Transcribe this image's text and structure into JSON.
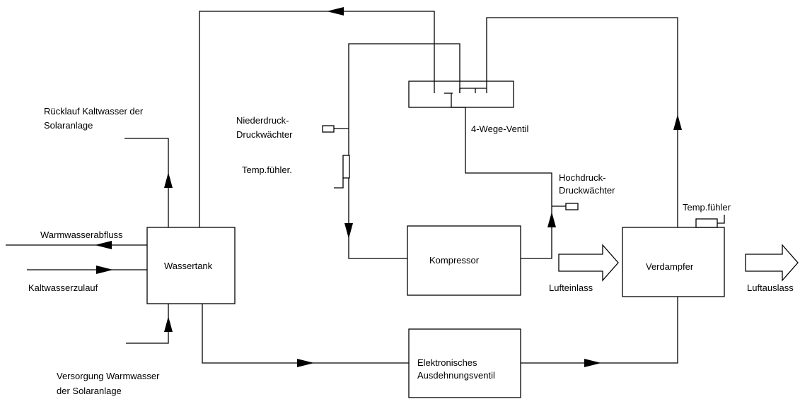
{
  "components": {
    "wassertank": "Wassertank",
    "kompressor": "Kompressor",
    "verdampfer": "Verdampfer",
    "expansion_line1": "Elektronisches",
    "expansion_line2": "Ausdehnungsventil"
  },
  "labels": {
    "ruecklauf_line1": "Rücklauf Kaltwasser der",
    "ruecklauf_line2": "Solaranlage",
    "warmwasserabfluss": "Warmwasserabfluss",
    "kaltwasserzulauf": "Kaltwasserzulauf",
    "versorgung_line1": "Versorgung Warmwasser",
    "versorgung_line2": "der Solaranlage",
    "niederdruck_line1": "Niederdruck-",
    "niederdruck_line2": "Druckwächter",
    "tempfuehler_left": "Temp.fühler.",
    "vierwegeventil": "4-Wege-Ventil",
    "hochdruck_line1": "Hochdruck-",
    "hochdruck_line2": "Druckwächter",
    "tempfuehler_right": "Temp.fühler",
    "lufteinlass": "Lufteinlass",
    "luftauslass": "Luftauslass"
  }
}
